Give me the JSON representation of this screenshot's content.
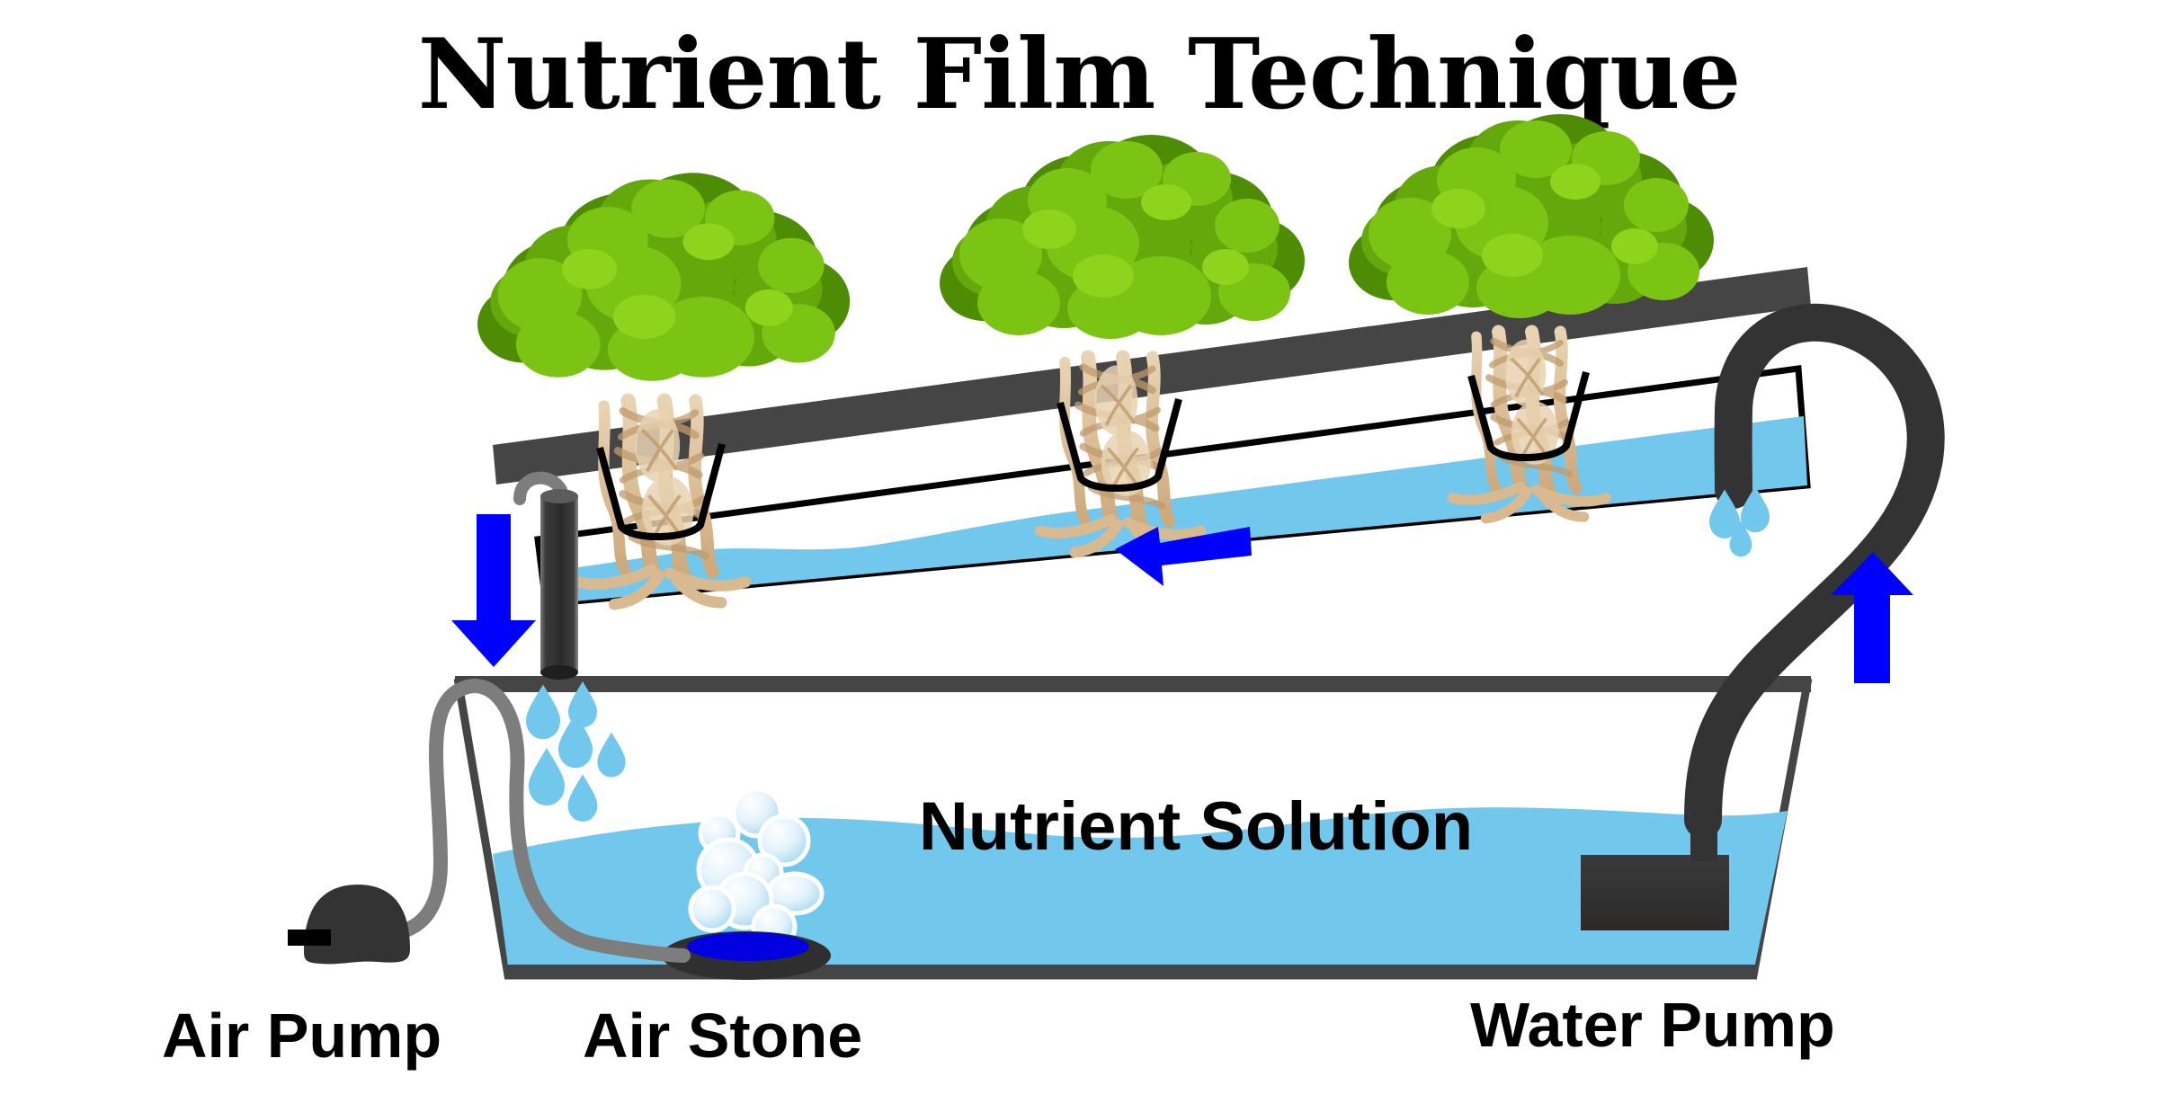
{
  "diagram": {
    "title": "Nutrient Film Technique",
    "type": "hydroponics-system-diagram"
  },
  "labels": {
    "air_pump": "Air Pump",
    "air_stone": "Air Stone",
    "nutrient_solution": "Nutrient Solution",
    "water_pump": "Water Pump"
  },
  "colors": {
    "background": "#ffffff",
    "water": "#72c7ec",
    "water_droplet": "#72c7ec",
    "channel_lid": "#454545",
    "channel_outline": "#000000",
    "arrow_blue": "#0000ff",
    "hose_black": "#333333",
    "air_tube_gray": "#7d7d7d",
    "pump_body": "#333333",
    "air_stone_body": "#2f2f2f",
    "air_stone_inner": "#0000e0",
    "lettuce_light": "#7cc413",
    "lettuce_mid": "#64a80c",
    "lettuce_dark": "#4e8c06",
    "root_light": "#f0dfc4",
    "root_mid": "#d9b98f",
    "root_dark": "#c09b6d",
    "bubble_fill": "#e9f6fd",
    "bubble_stroke": "#ffffff",
    "text_black": "#000000"
  },
  "components": {
    "plants": [
      {
        "name": "lettuce-plant-1"
      },
      {
        "name": "lettuce-plant-2"
      },
      {
        "name": "lettuce-plant-3"
      }
    ],
    "net_pots": 3,
    "flow_arrows": [
      {
        "name": "drain-flow-arrow",
        "direction": "down"
      },
      {
        "name": "channel-flow-arrow",
        "direction": "left"
      },
      {
        "name": "pump-feed-arrow",
        "direction": "up"
      }
    ],
    "bubbles_count": 9,
    "droplets_under_drain": 6,
    "droplets_at_inlet": 3
  }
}
